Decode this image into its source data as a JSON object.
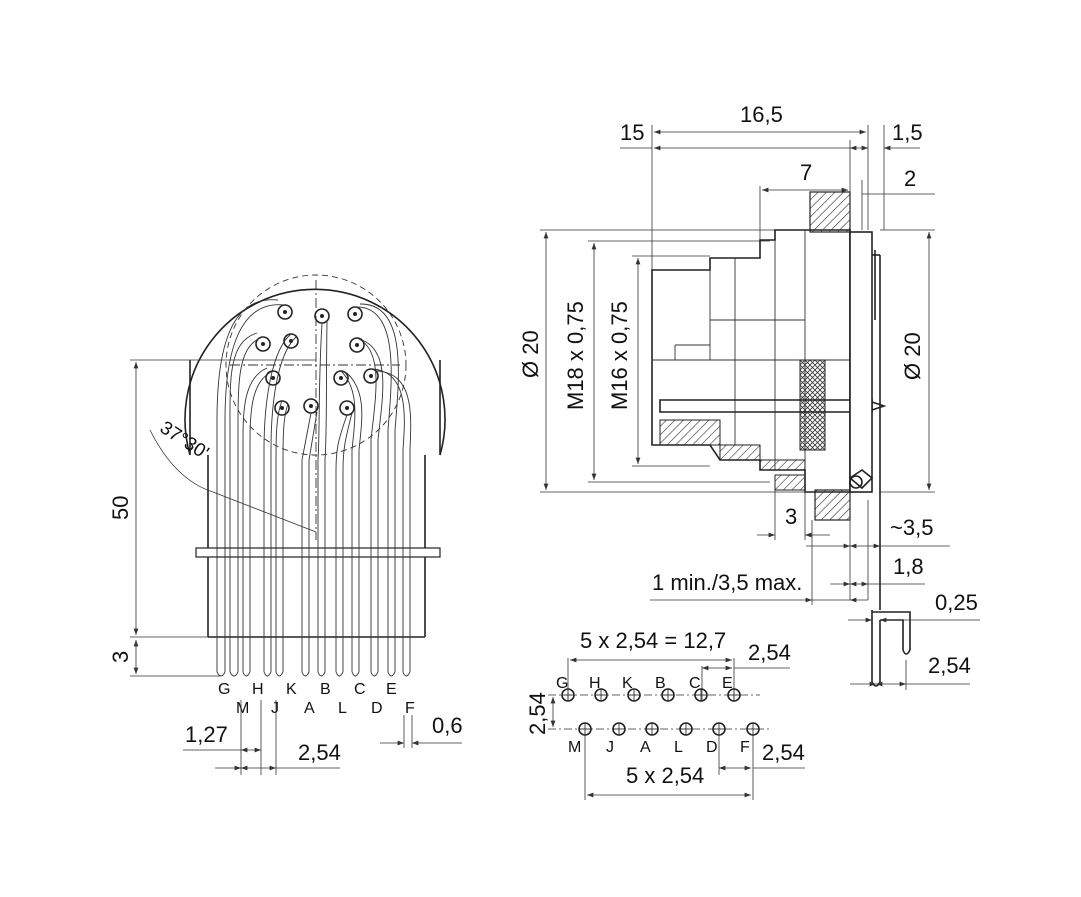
{
  "drawing": {
    "left_view": {
      "dim_height": "50",
      "dim_offset": "3",
      "dim_angle": "37°30'",
      "dim_pitch_half": "1,27",
      "dim_pitch": "2,54",
      "dim_pin_width": "0,6",
      "pin_labels_top": [
        "G",
        "H",
        "K",
        "B",
        "C",
        "E"
      ],
      "pin_labels_bottom": [
        "M",
        "J",
        "A",
        "L",
        "D",
        "F"
      ]
    },
    "side_view": {
      "dim_total": "16,5",
      "dim_15": "15",
      "dim_15b": "1,5",
      "dim_7": "7",
      "dim_2": "2",
      "dim_dia_left": "Ø 20",
      "dim_m18": "M18 x 0,75",
      "dim_m16": "M16 x 0,75",
      "dim_dia_right": "Ø 20",
      "dim_3": "3",
      "dim_35": "~3,5",
      "dim_18": "1,8",
      "dim_panel": "1 min./3,5 max.",
      "dim_025": "0,25",
      "dim_254": "2,54"
    },
    "footprint": {
      "dim_top": "5 x 2,54 = 12,7",
      "dim_pitch_top": "2,54",
      "dim_row": "2,54",
      "dim_bottom": "5 x 2,54",
      "dim_pitch_bottom": "2,54",
      "labels_top": [
        "G",
        "H",
        "K",
        "B",
        "C",
        "E"
      ],
      "labels_bottom": [
        "M",
        "J",
        "A",
        "L",
        "D",
        "F"
      ]
    }
  }
}
